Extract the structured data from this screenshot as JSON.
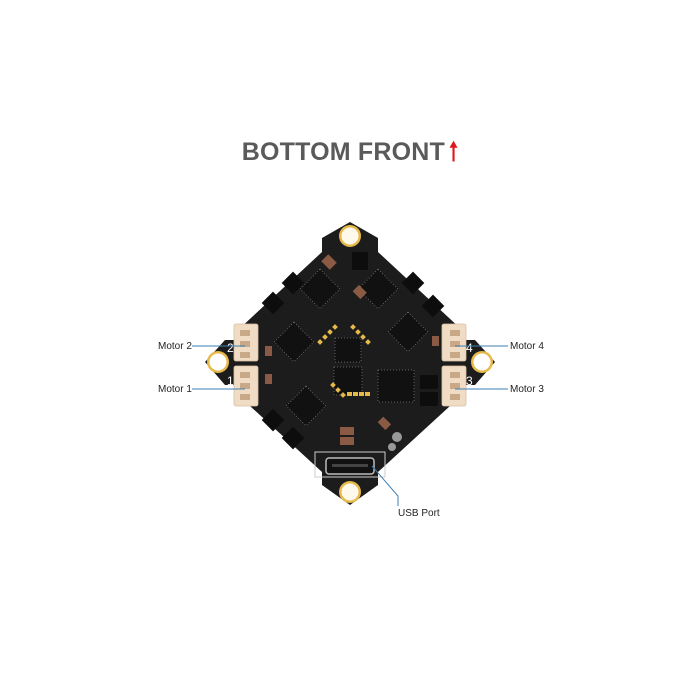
{
  "title": {
    "text": "BOTTOM FRONT",
    "arrow": "🡑",
    "arrow_color": "#e0171b",
    "text_color": "#5a5a5a"
  },
  "labels": {
    "motor2": "Motor 2",
    "motor1": "Motor 1",
    "motor4": "Motor 4",
    "motor3": "Motor 3",
    "usb": "USB Port"
  },
  "connector_numbers": {
    "c1": "1",
    "c2": "2",
    "c3": "3",
    "c4": "4"
  },
  "colors": {
    "board": "#1c1c1c",
    "gold": "#e6b94a",
    "connector": "#f0dcc4",
    "leader_line": "#3b7fb5"
  }
}
